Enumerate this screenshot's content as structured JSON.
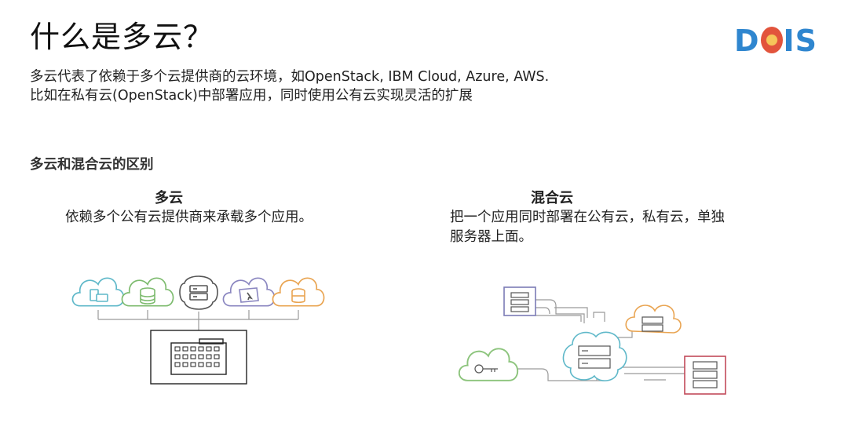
{
  "title": "什么是多云？",
  "logo": {
    "prefix": "D",
    "suffix": "IS",
    "colors": {
      "blue": "#2f86cf",
      "red": "#e2543c",
      "yellow": "#f6c65a"
    }
  },
  "intro": {
    "line1": "多云代表了依赖于多个云提供商的云环境，如OpenStack, IBM Cloud, Azure, AWS.",
    "line2": "比如在私有云(OpenStack)中部署应用，同时使用公有云实现灵活的扩展"
  },
  "section_title": "多云和混合云的区别",
  "multi": {
    "heading": "多云",
    "description": "依赖多个公有云提供商来承载多个应用。",
    "icons": [
      "cloud-devices-icon",
      "cloud-database-icon",
      "cloud-server-icon",
      "cloud-monitor-icon",
      "cloud-storage-icon",
      "office-building-icon"
    ],
    "colors": [
      "#5fb8c9",
      "#7dbb6e",
      "#555555",
      "#8a86c0",
      "#e9a451"
    ]
  },
  "hybrid": {
    "heading": "混合云",
    "description": "把一个应用同时部署在公有云，私有云，单独服务器上面。",
    "icons": [
      "document-server-icon",
      "cloud-key-icon",
      "cloud-server-icon",
      "cloud-server-icon",
      "server-rack-icon"
    ],
    "colors": [
      "#7b7bb5",
      "#8cc47c",
      "#5fb8c9",
      "#e9a451",
      "#c24a5a"
    ]
  }
}
